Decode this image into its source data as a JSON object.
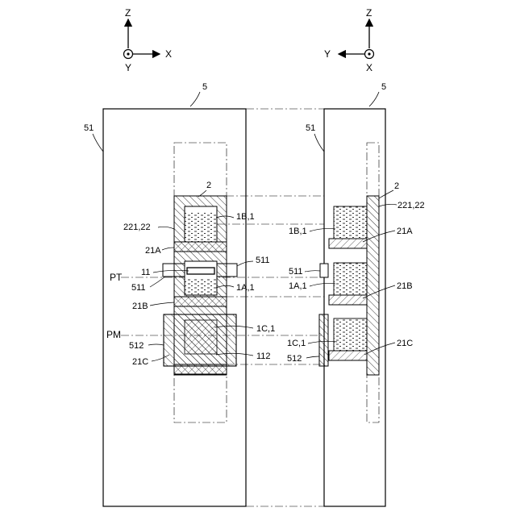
{
  "axes_left": {
    "z": "Z",
    "x": "X",
    "y": "Y"
  },
  "axes_right": {
    "z": "Z",
    "y": "Y",
    "x": "X"
  },
  "front_view": {
    "panel_label": "5",
    "plate_label": "51",
    "labels": {
      "ref_2": "2",
      "ref_221_22": "221,22",
      "ref_1B1": "1B,1",
      "ref_21A": "21A",
      "ref_511_upper": "511",
      "ref_11": "11",
      "ref_PT": "PT",
      "ref_511_lower": "511",
      "ref_1A1": "1A,1",
      "ref_21B": "21B",
      "ref_PM": "PM",
      "ref_1C1": "1C,1",
      "ref_512": "512",
      "ref_112": "112",
      "ref_21C": "21C"
    }
  },
  "side_view": {
    "panel_label": "5",
    "plate_label": "51",
    "labels": {
      "ref_2": "2",
      "ref_221_22": "221,22",
      "ref_1B1": "1B,1",
      "ref_21A": "21A",
      "ref_511": "511",
      "ref_1A1": "1A,1",
      "ref_21B": "21B",
      "ref_1C1": "1C,1",
      "ref_21C": "21C",
      "ref_512": "512"
    }
  }
}
